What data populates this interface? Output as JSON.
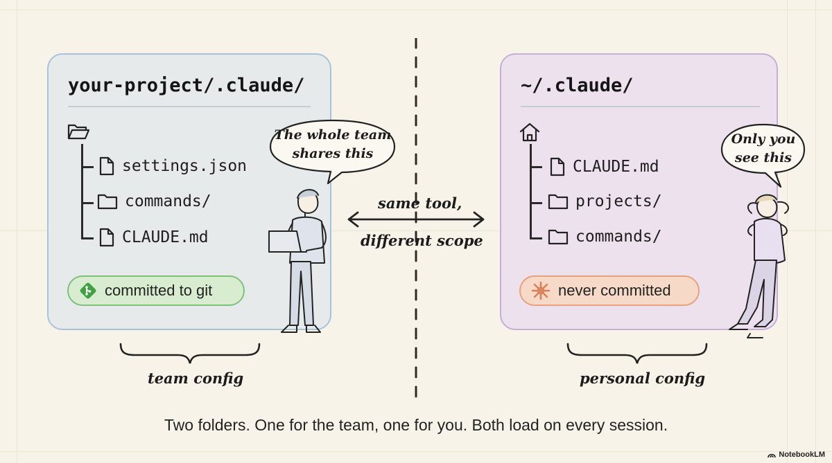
{
  "left_panel": {
    "title": "your-project/.claude/",
    "root_icon": "folder-open-icon",
    "items": [
      {
        "icon": "file-icon",
        "label": "settings.json"
      },
      {
        "icon": "folder-icon",
        "label": "commands/"
      },
      {
        "icon": "file-icon",
        "label": "CLAUDE.md"
      }
    ],
    "badge": {
      "icon": "git-icon",
      "label": "committed to git",
      "color": "#7cc07a"
    },
    "bubble": {
      "line1": "The whole team",
      "line2": "shares this"
    },
    "brace_label": "team config",
    "color": "#a9c2dc"
  },
  "right_panel": {
    "title": "~/.claude/",
    "root_icon": "home-icon",
    "items": [
      {
        "icon": "file-icon",
        "label": "CLAUDE.md"
      },
      {
        "icon": "folder-icon",
        "label": "projects/"
      },
      {
        "icon": "folder-icon",
        "label": "commands/"
      }
    ],
    "badge": {
      "icon": "no-commit-icon",
      "label": "never committed",
      "color": "#e5a27c"
    },
    "bubble": {
      "line1": "Only you",
      "line2": "see this"
    },
    "brace_label": "personal config",
    "color": "#c7aed8"
  },
  "center": {
    "line1": "same tool,",
    "line2": "different scope"
  },
  "caption": "Two folders. One for the team, one for you. Both load on every session.",
  "watermark": "NotebookLM"
}
